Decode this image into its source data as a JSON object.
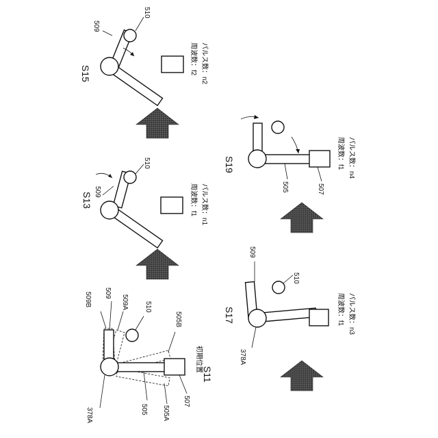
{
  "panels": {
    "s11": {
      "step": "S11",
      "labels": {
        "l509B": "509B",
        "l509": "509",
        "l509A": "509A",
        "l510": "510",
        "l505B": "505B",
        "l378A": "378A",
        "l505": "505",
        "l505A": "505A",
        "l507": "507",
        "initial": "初期位置"
      }
    },
    "s13": {
      "step": "S13",
      "l509": "509",
      "l510": "510",
      "freq": "周波数：f1",
      "pulses": "パルス数：n1"
    },
    "s15": {
      "step": "S15",
      "l509": "509",
      "l510": "510",
      "freq": "周波数：f2",
      "pulses": "パルス数：n2"
    },
    "s17": {
      "step": "S17",
      "l509": "509",
      "l510": "510",
      "l378A": "378A",
      "freq": "周波数：f1",
      "pulses": "パルス数：n3"
    },
    "s19": {
      "step": "S19",
      "l505": "505",
      "l507": "507",
      "freq": "周波数：f1",
      "pulses": "パルス数：n4"
    }
  }
}
